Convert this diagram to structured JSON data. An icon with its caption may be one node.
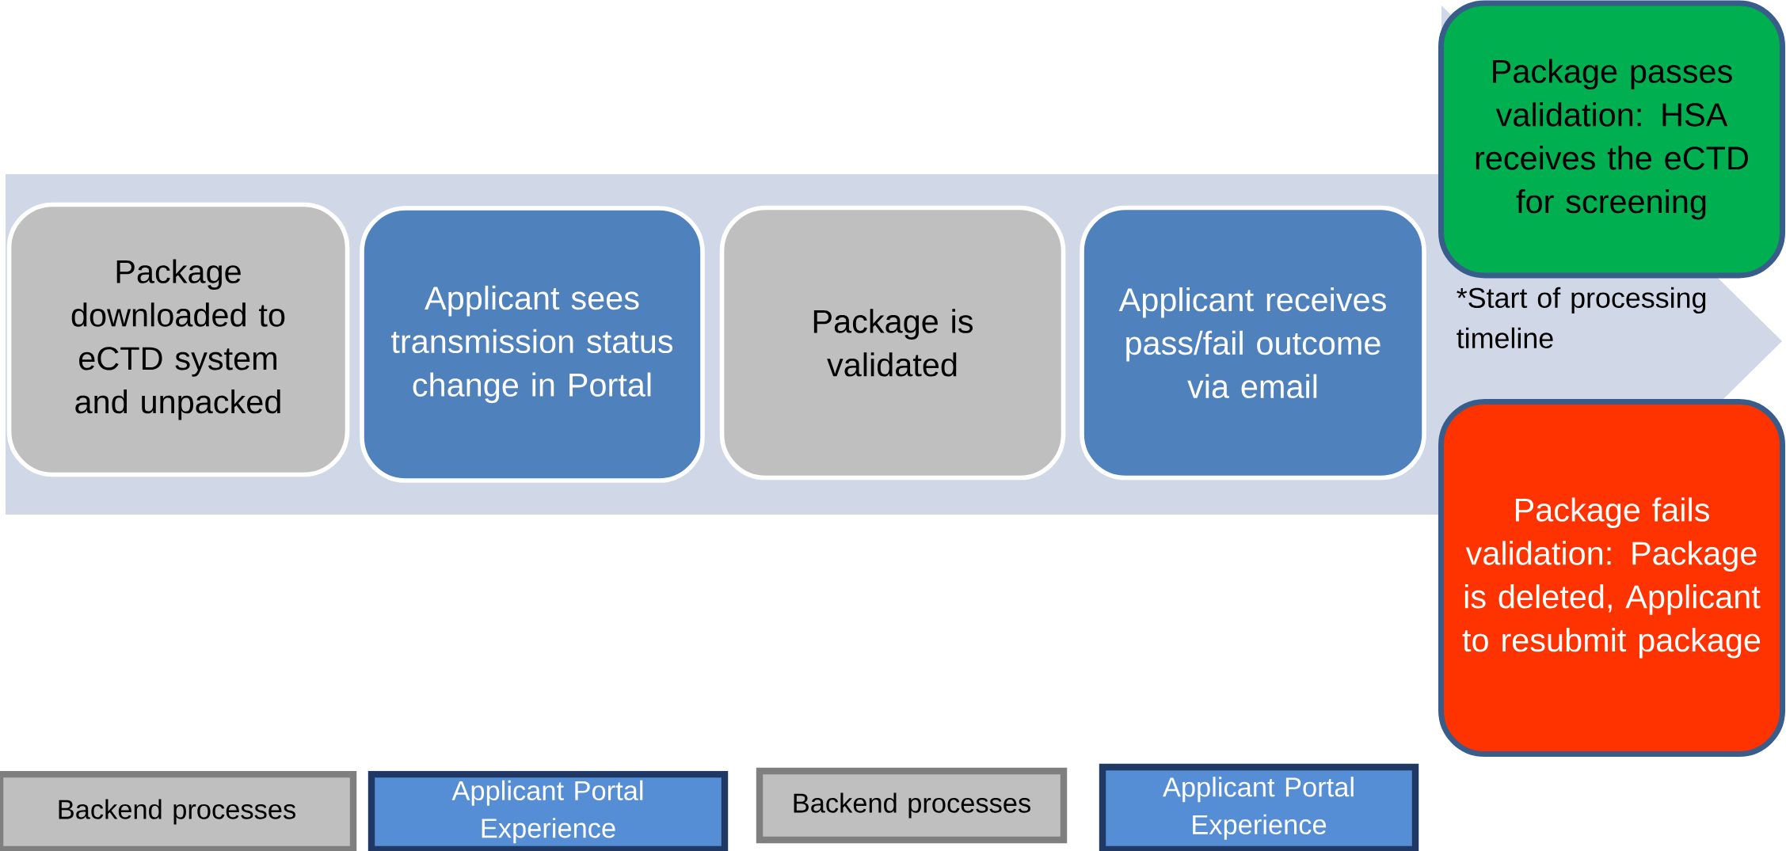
{
  "diagram": {
    "nodes": [
      {
        "text": [
          "Package downloaded to eCTD system and unpacked"
        ]
      },
      {
        "text": [
          "Applicant sees transmission status change in Portal"
        ]
      },
      {
        "text": [
          "Package is validated"
        ]
      },
      {
        "text": [
          "Applicant receives pass/fail outcome via email"
        ]
      },
      {
        "text": [
          "Package passes validation: HSA receives the eCTD for screening"
        ],
        "beside": [
          "*Start of processing timeline"
        ]
      },
      {
        "text": [
          "Package fails validation: Package is deleted, Applicant to resubmit package"
        ]
      }
    ],
    "legend": [
      {
        "text": "Backend processes",
        "color": "#bfbfbf"
      },
      {
        "text": "Applicant Portal Experience",
        "color": "#558ed5"
      },
      {
        "text": "Backend processes",
        "color": "#bfbfbf"
      },
      {
        "text": "Applicant Portal Experience",
        "color": "#558ed5"
      }
    ]
  }
}
